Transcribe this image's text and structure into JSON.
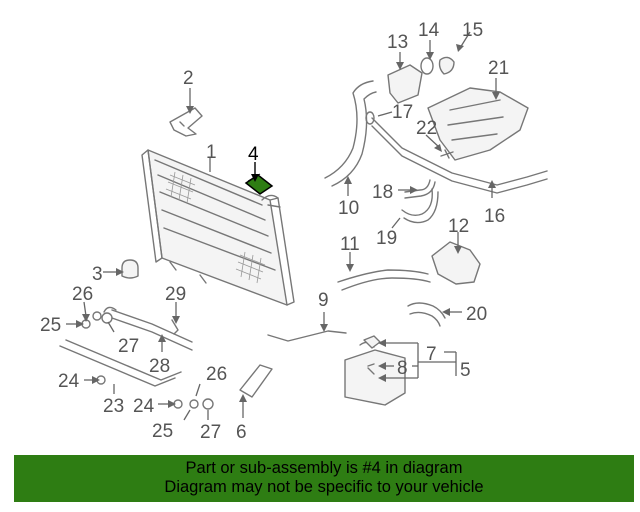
{
  "diagram": {
    "callouts": {
      "c1": "1",
      "c2": "2",
      "c3": "3",
      "c4": "4",
      "c5": "5",
      "c6": "6",
      "c7": "7",
      "c8": "8",
      "c9": "9",
      "c10": "10",
      "c11": "11",
      "c12": "12",
      "c13": "13",
      "c14": "14",
      "c15": "15",
      "c16": "16",
      "c17": "17",
      "c18": "18",
      "c19": "19",
      "c20": "20",
      "c21": "21",
      "c22": "22",
      "c23": "23",
      "c24a": "24",
      "c24b": "24",
      "c25a": "25",
      "c25b": "25",
      "c26a": "26",
      "c26b": "26",
      "c27a": "27",
      "c27b": "27",
      "c28": "28",
      "c29": "29"
    },
    "highlighted_part": "4",
    "highlight_color": "#2e7d13"
  },
  "banner": {
    "line1": "Part or sub-assembly is #4 in diagram",
    "line2": "Diagram may not be specific to your vehicle",
    "background": "#2e7d13"
  }
}
